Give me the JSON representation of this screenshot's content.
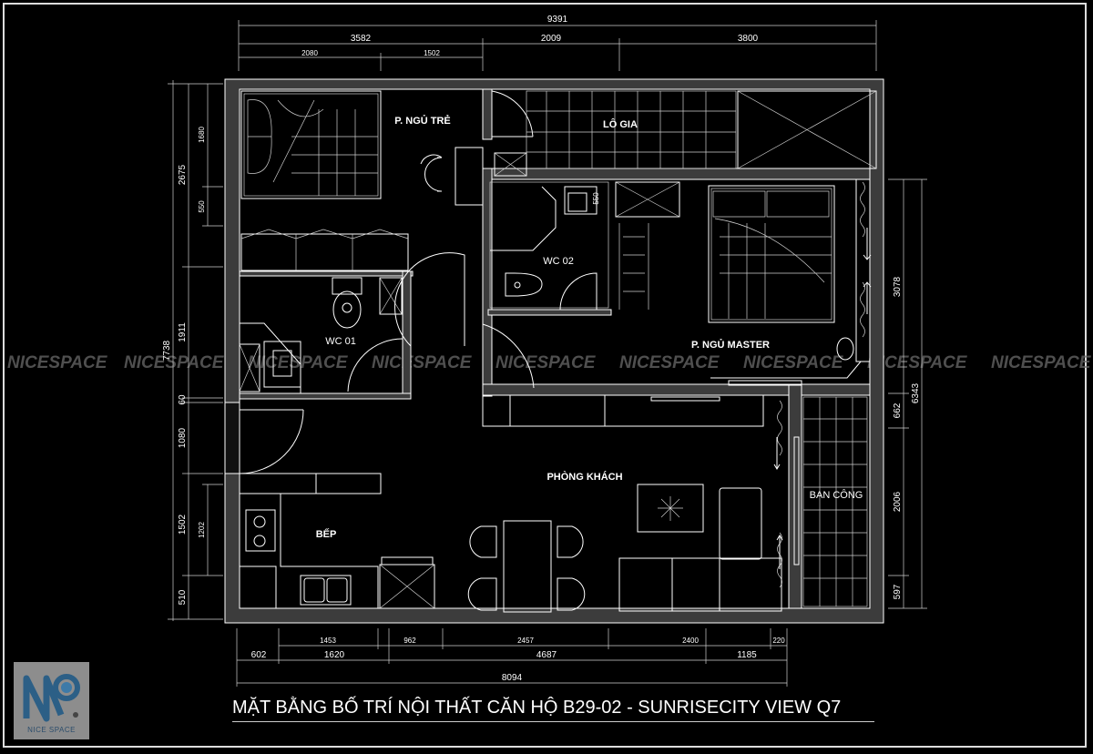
{
  "title": "MẶT BẰNG BỐ TRÍ NỘI THẤT CĂN HỘ B29-02 - SUNRISECITY VIEW Q7",
  "watermark": "NICESPACE",
  "logo": {
    "text": "NICE SPACE",
    "brand_color": "#2c5f86"
  },
  "rooms": {
    "kids_bedroom": "P. NGỦ TRẺ",
    "loggia": "LÔ GIA",
    "wc02": "WC 02",
    "wc01": "WC 01",
    "master_bedroom": "P. NGỦ MASTER",
    "living_room": "PHÒNG KHÁCH",
    "balcony": "BAN CÔNG",
    "kitchen": "BẾP"
  },
  "fixture_label": "550",
  "dimensions": {
    "top": [
      "9391",
      "3582",
      "2009",
      "3800",
      "2080",
      "1502"
    ],
    "left": [
      "7738",
      "2675",
      "1911",
      "60",
      "1080",
      "1502",
      "510",
      "1680",
      "550",
      "1202"
    ],
    "right": [
      "3078",
      "662",
      "2006",
      "597",
      "6343"
    ],
    "bottom": [
      "1453",
      "962",
      "2457",
      "2400",
      "220",
      "602",
      "1620",
      "4687",
      "1185",
      "8094"
    ]
  }
}
